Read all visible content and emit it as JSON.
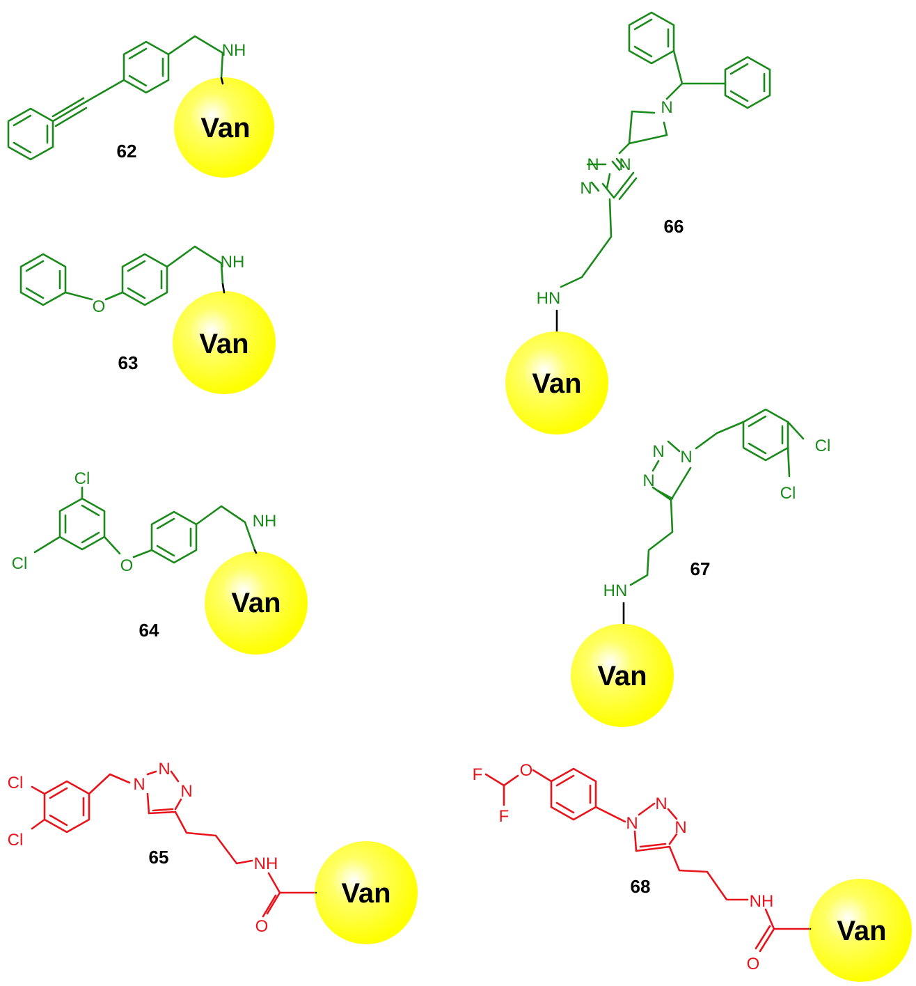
{
  "colors": {
    "active": "#1a8a1a",
    "inactive": "#e8141c",
    "link": "#000000",
    "bead": "#ffff00"
  },
  "bead_label": "Van",
  "compounds": [
    {
      "id": "62",
      "color": "active",
      "atoms": {
        "nh": "NH"
      }
    },
    {
      "id": "63",
      "color": "active",
      "atoms": {
        "nh": "NH",
        "o": "O"
      }
    },
    {
      "id": "64",
      "color": "active",
      "atoms": {
        "nh": "NH",
        "o": "O",
        "cl1": "Cl",
        "cl2": "Cl"
      }
    },
    {
      "id": "65",
      "color": "inactive",
      "atoms": {
        "cl1": "Cl",
        "cl2": "Cl",
        "n1": "N",
        "n2": "N",
        "n3": "N",
        "nh": "NH",
        "o": "O"
      }
    },
    {
      "id": "66",
      "color": "active",
      "atoms": {
        "n_az": "N",
        "n1": "N",
        "n2": "N",
        "n3": "N",
        "hn": "HN"
      }
    },
    {
      "id": "67",
      "color": "active",
      "atoms": {
        "n1": "N",
        "n2": "N",
        "n3": "N",
        "cl1": "Cl",
        "cl2": "Cl",
        "hn": "HN"
      }
    },
    {
      "id": "68",
      "color": "inactive",
      "atoms": {
        "f1": "F",
        "f2": "F",
        "o_ether": "O",
        "n1": "N",
        "n2": "N",
        "n3": "N",
        "nh": "NH",
        "o": "O"
      }
    }
  ]
}
